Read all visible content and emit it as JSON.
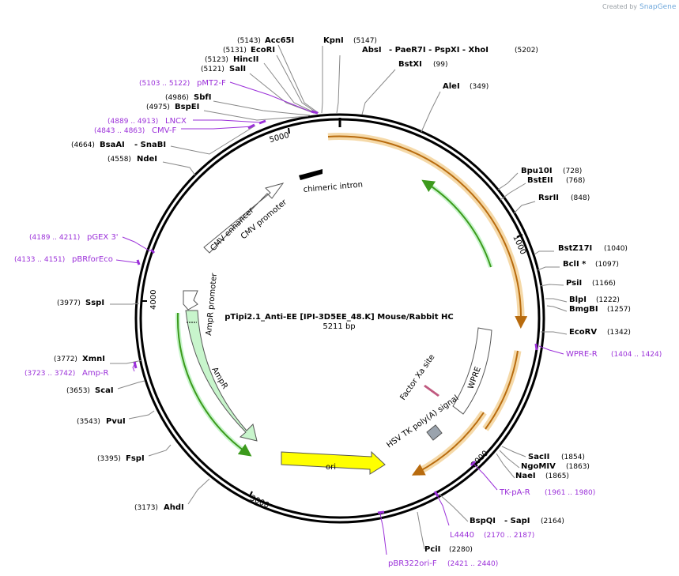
{
  "credit": {
    "prefix": "Created by",
    "brand": "SnapGene"
  },
  "plasmid": {
    "name": "pTipi2.1_Anti-EE [IPI-3D5EE_48.K] Mouse/Rabbit HC",
    "size": "5211 bp"
  },
  "ruler_ticks": [
    "1000",
    "2000",
    "3000",
    "4000",
    "5000"
  ],
  "sites": [
    {
      "pos": "(5143)",
      "name": "Acc65I"
    },
    {
      "pos": "(5131)",
      "name": "EcoRI"
    },
    {
      "pos": "(5123)",
      "name": "HincII"
    },
    {
      "pos": "(5121)",
      "name": "SalI"
    },
    {
      "pos": "(4986)",
      "name": "SbfI"
    },
    {
      "pos": "(4975)",
      "name": "BspEI"
    },
    {
      "pos": "(4664)",
      "name": "BsaAI",
      "extra": "- SnaBI"
    },
    {
      "pos": "(4558)",
      "name": "NdeI"
    },
    {
      "pos": "(3977)",
      "name": "SspI"
    },
    {
      "pos": "(3772)",
      "name": "XmnI"
    },
    {
      "pos": "(3653)",
      "name": "ScaI"
    },
    {
      "pos": "(3543)",
      "name": "PvuI"
    },
    {
      "pos": "(3395)",
      "name": "FspI"
    },
    {
      "pos": "(3173)",
      "name": "AhdI"
    },
    {
      "pos": "(5147)",
      "name": "KpnI"
    },
    {
      "pos": "(5202)",
      "name": "AbsI",
      "extra": "- PaeR7I   - PspXI   - XhoI"
    },
    {
      "pos": "(99)",
      "name": "BstXI"
    },
    {
      "pos": "(349)",
      "name": "AleI"
    },
    {
      "pos": "(728)",
      "name": "Bpu10I"
    },
    {
      "pos": "(768)",
      "name": "BstEII"
    },
    {
      "pos": "(848)",
      "name": "RsrII"
    },
    {
      "pos": "(1040)",
      "name": "BstZ17I"
    },
    {
      "pos": "(1097)",
      "name": "BclI *"
    },
    {
      "pos": "(1166)",
      "name": "PsiI"
    },
    {
      "pos": "(1222)",
      "name": "BlpI"
    },
    {
      "pos": "(1257)",
      "name": "BmgBI"
    },
    {
      "pos": "(1342)",
      "name": "EcoRV"
    },
    {
      "pos": "(1854)",
      "name": "SacII"
    },
    {
      "pos": "(1863)",
      "name": "NgoMIV"
    },
    {
      "pos": "(1865)",
      "name": "NaeI"
    },
    {
      "pos": "(2164)",
      "name": "BspQI",
      "extra": "- SapI"
    },
    {
      "pos": "(2280)",
      "name": "PciI"
    }
  ],
  "primers": [
    {
      "pos": "(5103 .. 5122)",
      "name": "pMT2-F"
    },
    {
      "pos": "(4889 .. 4913)",
      "name": "LNCX"
    },
    {
      "pos": "(4843 .. 4863)",
      "name": "CMV-F"
    },
    {
      "pos": "(4189 .. 4211)",
      "name": "pGEX 3'"
    },
    {
      "pos": "(4133 .. 4151)",
      "name": "pBRforEco"
    },
    {
      "pos": "(3723 .. 3742)",
      "name": "Amp-R"
    },
    {
      "pos": "(1404 .. 1424)",
      "name": "WPRE-R"
    },
    {
      "pos": "(1961 .. 1980)",
      "name": "TK-pA-R"
    },
    {
      "pos": "(2170 .. 2187)",
      "name": "L4440"
    },
    {
      "pos": "(2421 .. 2440)",
      "name": "pBR322ori-F"
    }
  ],
  "features": {
    "chimeric_intron": "chimeric intron",
    "cmv_enhancer": "CMV enhancer",
    "cmv_promoter": "CMV promoter",
    "ampr_promoter": "AmpR promoter",
    "ampr": "AmpR",
    "ori": "ori",
    "wpre": "WPRE",
    "factor_xa": "Factor Xa site",
    "hsv_tk": "HSV TK poly(A) signal"
  },
  "colors": {
    "primer": "#9b30d9",
    "orf_fill": "#f5d9a8",
    "orf_arrow": "#b86b0e",
    "green": "#3c9a1c",
    "ampr_fill": "#c8f5cc",
    "ori_fill": "#ffff00"
  }
}
